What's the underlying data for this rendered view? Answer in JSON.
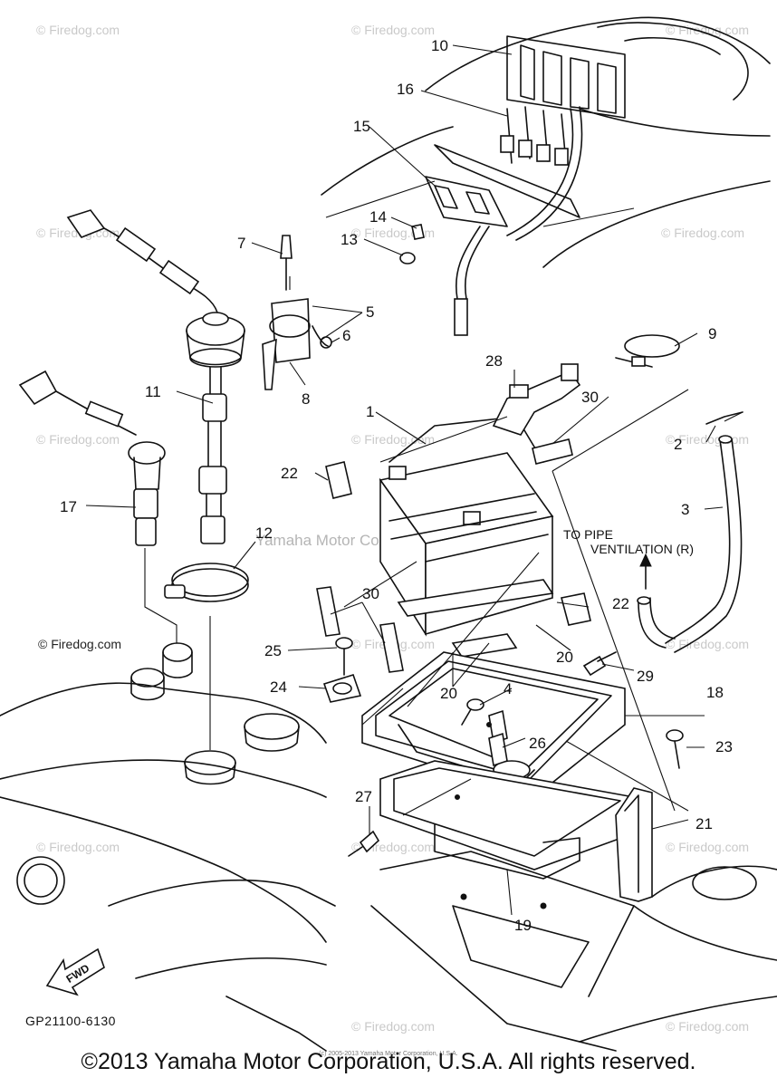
{
  "watermarks": {
    "site": "© Firedog.com",
    "center": "Yamaha Motor Corporation, U.S.A."
  },
  "callouts": {
    "c1": "1",
    "c2": "2",
    "c3": "3",
    "c4": "4",
    "c5": "5",
    "c6": "6",
    "c7": "7",
    "c8": "8",
    "c9": "9",
    "c10": "10",
    "c11": "11",
    "c12": "12",
    "c13": "13",
    "c14": "14",
    "c15": "15",
    "c16": "16",
    "c17": "17",
    "c18": "18",
    "c19": "19",
    "c20a": "20",
    "c20b": "20",
    "c21": "21",
    "c22a": "22",
    "c22b": "22",
    "c23": "23",
    "c24": "24",
    "c25": "25",
    "c26": "26",
    "c27": "27",
    "c28": "28",
    "c29": "29",
    "c30a": "30",
    "c30b": "30"
  },
  "annotation": {
    "line1": "TO PIPE",
    "line2": "VENTILATION (R)"
  },
  "fwd_label": "FWD",
  "diagram_code": "GP21100-6130",
  "tiny_copyright": "(c) 2005-2013 Yamaha Motor Corporation, U.S.A.",
  "copyright": "©2013 Yamaha Motor Corporation, U.S.A. All rights reserved."
}
